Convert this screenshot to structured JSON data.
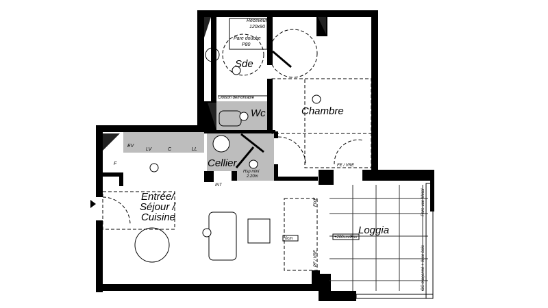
{
  "rooms": {
    "sde": "Sde",
    "wc": "Wc",
    "chambre": "Chambre",
    "cellier": "Cellier",
    "sejour_line1": "Entrée/",
    "sejour_line2": "Séjour /",
    "sejour_line3": "Cuisine",
    "loggia": "Loggia"
  },
  "annotations": {
    "receveur_1": "Receveur",
    "receveur_2": "120x90",
    "pare_douche_1": "Pare douche",
    "pare_douche_2": "P80",
    "cloison": "Cloison démontable",
    "hsp_1": "Hsp mini",
    "hsp_2": "2.20m",
    "ev": "EV",
    "lv": "LV",
    "c": "C",
    "ll": "LL",
    "f": "F",
    "int": "INT",
    "fixe": "FIXE",
    "pf_vre": "PF / VRE",
    "fe_vre": "FE / VRE",
    "zero_cm": "0cm",
    "loggia_level": "+200cm/Env",
    "pare_vue": "Pare vue Métal",
    "gc_maconne": "GC maçonné + lisse bois"
  },
  "colors": {
    "walls": "#000000",
    "wet_rooms": "#bdbdbd"
  }
}
